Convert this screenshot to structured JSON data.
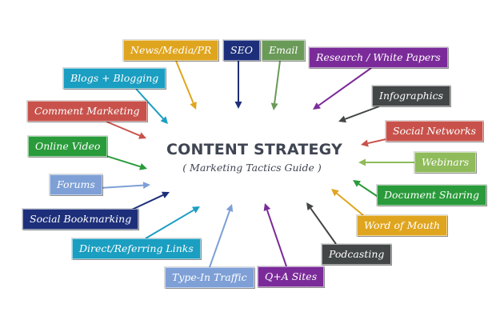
{
  "center": {
    "title": "CONTENT STRATEGY",
    "subtitle": "( Marketing Tactics Guide )"
  },
  "colors": {
    "gold": "#e0a51e",
    "navy": "#1d2f7a",
    "green_muted": "#6a9a58",
    "purple": "#7b2b99",
    "teal": "#1a9ec1",
    "dark_gray": "#434647",
    "red": "#c8524b",
    "light_green": "#8fbb5a",
    "green": "#2a9b3b",
    "light_blue": "#7ea0d6",
    "title_text": "#3f4552"
  },
  "tactics": [
    {
      "label": "News/Media/PR",
      "color": "#e0a51e"
    },
    {
      "label": "SEO",
      "color": "#1d2f7a"
    },
    {
      "label": "Email",
      "color": "#6a9a58"
    },
    {
      "label": "Research / White Papers",
      "color": "#7b2b99"
    },
    {
      "label": "Blogs + Blogging",
      "color": "#1a9ec1"
    },
    {
      "label": "Infographics",
      "color": "#434647"
    },
    {
      "label": "Comment Marketing",
      "color": "#c8524b"
    },
    {
      "label": "Social Networks",
      "color": "#c8524b"
    },
    {
      "label": "Online Video",
      "color": "#2a9b3b"
    },
    {
      "label": "Webinars",
      "color": "#8fbb5a"
    },
    {
      "label": "Forums",
      "color": "#7ea0d6"
    },
    {
      "label": "Document Sharing",
      "color": "#2a9b3b"
    },
    {
      "label": "Social Bookmarking",
      "color": "#1d2f7a"
    },
    {
      "label": "Word of Mouth",
      "color": "#e0a51e"
    },
    {
      "label": "Direct/Referring Links",
      "color": "#1a9ec1"
    },
    {
      "label": "Podcasting",
      "color": "#434647"
    },
    {
      "label": "Type-In Traffic",
      "color": "#7ea0d6"
    },
    {
      "label": "Q+A Sites",
      "color": "#7b2b99"
    }
  ]
}
